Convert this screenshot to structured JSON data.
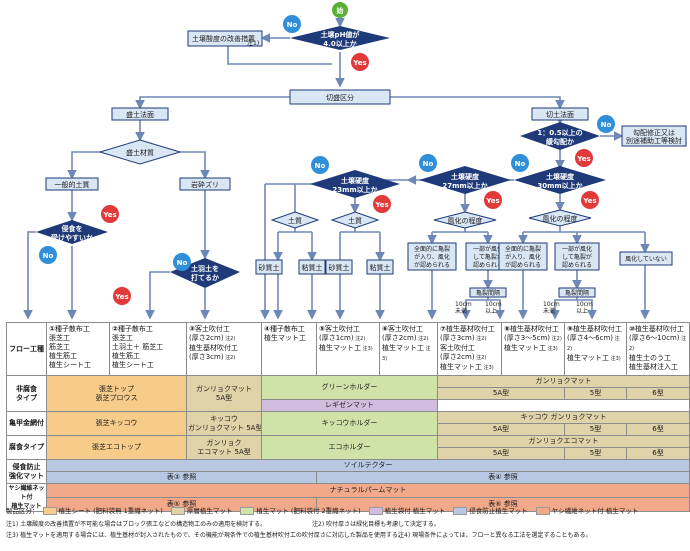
{
  "flow": {
    "start": "始",
    "d_ph": [
      "土壌pH値が",
      "4.0以上か"
    ],
    "yes": "Yes",
    "no": "No",
    "soil_improve": "土壌酸度の改善措置",
    "soil_improve_note": "注1)",
    "cut_fill": "切盛区分",
    "fill": "盛土法面",
    "cut": "切土法面",
    "fill_material": "盛土材質",
    "general_soil": "一般的土質",
    "rock_zuri": "岩砕ズリ",
    "erosion": [
      "侵食を",
      "受けやすいか"
    ],
    "cover_soil": [
      "土羽土を",
      "打てるか"
    ],
    "slope_d": [
      "1：0.5以上の",
      "緩勾配か"
    ],
    "slope_fix": [
      "勾配修正又は",
      "別途補助工等検討"
    ],
    "hard23": [
      "土壌硬度",
      "23mm以上か"
    ],
    "hard27": [
      "土壌硬度",
      "27mm以上か"
    ],
    "hard30": [
      "土壌硬度",
      "30mm以上か"
    ],
    "soil_quality": "土質",
    "sandy": "砂質土",
    "clay": "粘質土",
    "weathering": "風化の程度",
    "w_full": [
      "全面的に亀裂",
      "が入り、風化",
      "が認められる"
    ],
    "w_part": [
      "一部が風化",
      "して亀裂が",
      "認められる"
    ],
    "w_none": "風化していない",
    "crack_interval": "亀裂間隔",
    "lt10": [
      "10cm",
      "未満"
    ],
    "ge10": [
      "10cm",
      "以上"
    ]
  },
  "table": {
    "row_method": "フロー工種",
    "methods": [
      {
        "no": "①",
        "lines": [
          "種子散布工",
          "張芝工",
          "筋芝工",
          "植生筋工",
          "植生シート工"
        ]
      },
      {
        "no": "②",
        "lines": [
          "種子散布工",
          "張芝工",
          "土羽土＋ 筋芝工",
          "植生筋工",
          "植生シート工"
        ]
      },
      {
        "no": "③",
        "lines": [
          "客土吹付工",
          "(厚さ2cm)",
          "植生基材吹付工",
          "(厚さ3cm)"
        ],
        "notes": [
          "",
          "注2)",
          "",
          "注2)"
        ]
      },
      {
        "no": "④",
        "lines": [
          "種子散布工",
          "植生マット工"
        ]
      },
      {
        "no": "⑤",
        "lines": [
          "客土吹付工",
          "(厚さ1cm)",
          "植生マット工"
        ],
        "notes": [
          "",
          "注2)",
          "注3)"
        ]
      },
      {
        "no": "⑥",
        "lines": [
          "客土吹付工",
          "(厚さ2cm)",
          "植生マット工"
        ],
        "notes": [
          "",
          "注2)",
          "注3)"
        ]
      },
      {
        "no": "⑦",
        "lines": [
          "植生基材吹付工",
          "(厚さ3cm)",
          "客土吹付工",
          "(厚さ2cm)",
          "植生マット工"
        ],
        "notes": [
          "",
          "注2)",
          "",
          "注2)",
          "注3)"
        ]
      },
      {
        "no": "⑧",
        "lines": [
          "植生基材吹付工",
          "(厚さ3〜5cm)",
          "植生マット工"
        ],
        "notes": [
          "",
          "注2)",
          "注3)"
        ]
      },
      {
        "no": "⑨",
        "lines": [
          "植生基材吹付工",
          "(厚さ4〜6cm)",
          "植生マット工"
        ],
        "notes": [
          "",
          "注2)",
          "注3)"
        ]
      },
      {
        "no": "⑩",
        "lines": [
          "植生基材吹付工",
          "(厚さ6〜10cm)",
          "植生土のう工",
          "植生基材注入工"
        ],
        "notes": [
          "",
          "注2)",
          "",
          ""
        ]
      }
    ],
    "row_nonrot": [
      "非腐食",
      "タイプ"
    ],
    "row_kikko": "亀甲金網付",
    "row_rot": "腐食タイプ",
    "row_erosion": [
      "侵食防止",
      "強化マット"
    ],
    "row_palm": [
      "ヤシ繊維ネット付",
      "植生マット"
    ],
    "r1_a": [
      "張芝トップ",
      "張芝プロウス"
    ],
    "r1_b": [
      "ガンリョクマット",
      "5A型"
    ],
    "r1_c": "グリーンホルダー",
    "r1_d": "ガンリョクマット",
    "r1_5a": "5A型",
    "r1_5": "5型",
    "r1_6": "6型",
    "r1_reg": "レギゼンマット",
    "r2_a": "張芝キッコウ",
    "r2_b": [
      "キッコウ",
      "ガンリョクマット 5A型"
    ],
    "r2_c": "キッコウホルダー",
    "r2_d": "キッコウ ガンリョクマット",
    "r3_a": "張芝エコトップ",
    "r3_b": [
      "ガンリョク",
      "エコマット 5A型"
    ],
    "r3_c": "エコホルダー",
    "r3_d": "ガンリョクエコマット",
    "r4_a": "ソイルテクター",
    "r4_b": "表③ 参照",
    "r4_c": "表④ 参照",
    "r5_a": "ナチュラルパームマット",
    "r5_b": "表⑤ 参照",
    "r5_c": "表⑥ 参照"
  },
  "legend": {
    "title": "製品区分：",
    "items": [
      {
        "label": "植生シート (肥料袋無 1重織ネット)",
        "color": "#f7cc8a"
      },
      {
        "label": "厚層植生マット",
        "color": "#e1d3a9"
      },
      {
        "label": "植生マット (肥料袋付 2重織ネット)",
        "color": "#cfe3a8"
      },
      {
        "label": "植生袋付 植生マット",
        "color": "#d2bde0"
      },
      {
        "label": "侵食防止植生マット",
        "color": "#b9c8e2"
      },
      {
        "label": "ヤシ繊維ネット付 植生マット",
        "color": "#f2a98a"
      }
    ]
  },
  "notes": {
    "n1": "注1) 土壌酸度の改善措置が不可能な場合はブロック張工などの構造物工のみの適用を検討する。",
    "n2": "注2) 吹付厚さは緑化目標も考慮して決定する。",
    "n3": "注3) 植生マットを適用する場合には、植生基材が封入されたもので、その機能が現条件での植生基材吹付工の吹付厚さに対応した製品を使用する。",
    "n4": "注4) 現場条件によっては、フローと異なる工法を選定することもある。"
  },
  "colors": {
    "navy": "#1e3a78",
    "box_fill": "#d9e6f4",
    "arrow": "#6d88b8",
    "yes": "#e23a3a",
    "no": "#2f8fd8",
    "start": "#58b135"
  }
}
